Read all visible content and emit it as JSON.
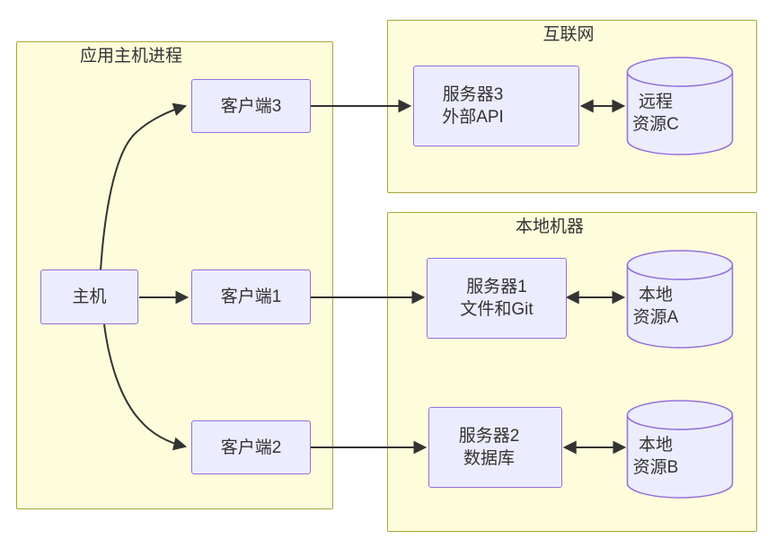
{
  "diagram": {
    "clusters": [
      {
        "id": "host-process",
        "title": "应用主机进程"
      },
      {
        "id": "internet",
        "title": "互联网"
      },
      {
        "id": "local-machine",
        "title": "本地机器"
      }
    ],
    "nodes": {
      "host": {
        "label": "主机"
      },
      "client3": {
        "label": "客户端3"
      },
      "client1": {
        "label": "客户端1"
      },
      "client2": {
        "label": "客户端2"
      },
      "server3": {
        "line1": "服务器3",
        "line2": "外部API"
      },
      "server1": {
        "line1": "服务器1",
        "line2": "文件和Git"
      },
      "server2": {
        "line1": "服务器2",
        "line2": "数据库"
      },
      "resourceC": {
        "line1": "远程",
        "line2": "资源C"
      },
      "resourceA": {
        "line1": "本地",
        "line2": "资源A"
      },
      "resourceB": {
        "line1": "本地",
        "line2": "资源B"
      }
    },
    "edges": [
      {
        "from": "host",
        "to": "client3",
        "arrow": "single"
      },
      {
        "from": "host",
        "to": "client1",
        "arrow": "single"
      },
      {
        "from": "host",
        "to": "client2",
        "arrow": "single"
      },
      {
        "from": "client3",
        "to": "server3",
        "arrow": "single"
      },
      {
        "from": "client1",
        "to": "server1",
        "arrow": "single"
      },
      {
        "from": "client2",
        "to": "server2",
        "arrow": "single"
      },
      {
        "from": "server3",
        "to": "resourceC",
        "arrow": "double"
      },
      {
        "from": "server1",
        "to": "resourceA",
        "arrow": "double"
      },
      {
        "from": "server2",
        "to": "resourceB",
        "arrow": "double"
      }
    ],
    "colors": {
      "cluster_fill": "#fdfcdb",
      "cluster_border": "#a8a83d",
      "node_fill": "#ECECFF",
      "node_border": "#9370DB",
      "edge": "#333333",
      "text": "#333333",
      "background": "#ffffff"
    }
  }
}
